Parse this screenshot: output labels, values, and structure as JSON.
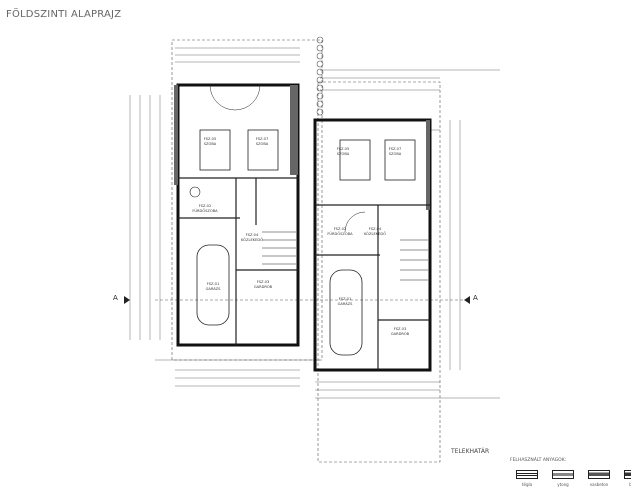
{
  "title": "FÖLDSZINTI ALAPRAJZ",
  "plot_boundary_label": "TELEKHATÁR",
  "section_marker": "A",
  "legend": {
    "title": "FELHASZNÁLT ANYAGOK:",
    "items": [
      {
        "label": "tégla",
        "fill": "#ffffff"
      },
      {
        "label": "ytong",
        "fill": "#dddddd"
      },
      {
        "label": "vasbeton",
        "fill": "#777777"
      },
      {
        "label": "beton",
        "fill": "#444444"
      }
    ]
  },
  "rooms": {
    "left": [
      {
        "code": "FSZ.05",
        "name": "SZOBA"
      },
      {
        "code": "FSZ.07",
        "name": "SZOBA"
      },
      {
        "code": "FSZ.02",
        "name": "FÜRDŐSZOBA"
      },
      {
        "code": "FSZ.04",
        "name": "KÖZLEKEDŐ"
      },
      {
        "code": "FSZ.01",
        "name": "GARÁZS"
      },
      {
        "code": "FSZ.03",
        "name": "GARDRÓB"
      }
    ],
    "right": [
      {
        "code": "FSZ.05",
        "name": "SZOBA"
      },
      {
        "code": "FSZ.07",
        "name": "SZOBA"
      },
      {
        "code": "FSZ.02",
        "name": "FÜRDŐSZOBA"
      },
      {
        "code": "FSZ.04",
        "name": "KÖZLEKEDŐ"
      },
      {
        "code": "FSZ.01",
        "name": "GARÁZS"
      },
      {
        "code": "FSZ.03",
        "name": "GARDRÓB"
      }
    ]
  }
}
